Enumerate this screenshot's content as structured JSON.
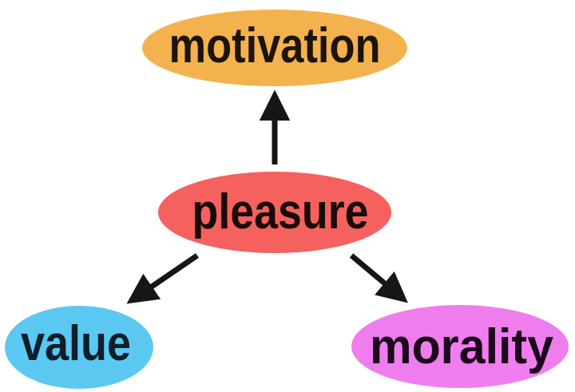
{
  "diagram": {
    "type": "concept-map",
    "central_concept": "pleasure",
    "background_color": "#ffffff",
    "arrow_color": "#161616",
    "nodes": [
      {
        "id": "motivation",
        "label": "motivation",
        "fill": "#F4B24E",
        "text_color": "#1d1408"
      },
      {
        "id": "pleasure",
        "label": "pleasure",
        "fill": "#F5615E",
        "text_color": "#190a0a"
      },
      {
        "id": "value",
        "label": "value",
        "fill": "#5BC8F2",
        "text_color": "#0d1f2b"
      },
      {
        "id": "morality",
        "label": "morality",
        "fill": "#F07DEE",
        "text_color": "#1c0a1c"
      }
    ],
    "edges": [
      {
        "from": "pleasure",
        "to": "motivation",
        "direction": "up"
      },
      {
        "from": "pleasure",
        "to": "value",
        "direction": "down-left"
      },
      {
        "from": "pleasure",
        "to": "morality",
        "direction": "down-right"
      }
    ]
  }
}
